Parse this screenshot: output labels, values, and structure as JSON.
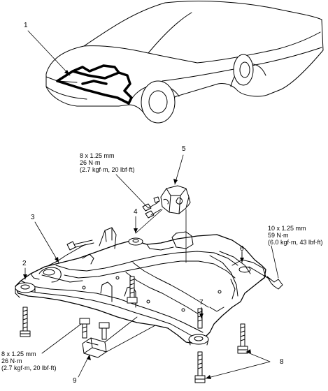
{
  "callouts": {
    "c1": "1",
    "c2": "2",
    "c3": "3",
    "c4": "4",
    "c5": "5",
    "c6": "6",
    "c7": "7",
    "c8": "8",
    "c9": "9"
  },
  "specs": {
    "top": [
      "8 x 1.25 mm",
      "26 N·m",
      "(2.7 kgf·m, 20 lbf·ft)"
    ],
    "right": [
      "10 x 1.25 mm",
      "59 N·m",
      "(6.0 kgf·m, 43 lbf·ft)"
    ],
    "bottom": [
      "8 x 1.25 mm",
      "26 N·m",
      "(2.7 kgf·m, 20 lbf·ft)"
    ]
  }
}
